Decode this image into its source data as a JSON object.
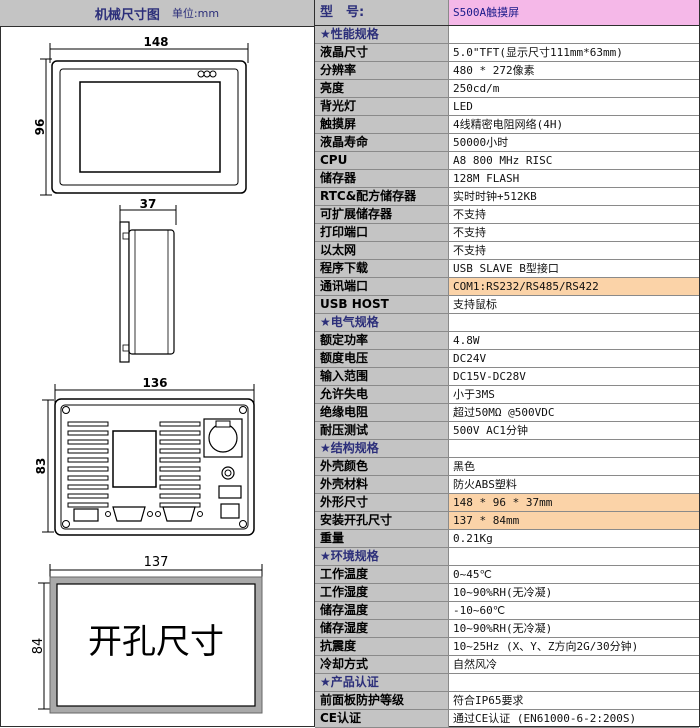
{
  "left_header": {
    "title": "机械尺寸图",
    "unit": "单位:mm"
  },
  "dimensions": {
    "front_width": "148",
    "front_height": "96",
    "side_depth": "37",
    "back_width": "136",
    "back_height": "83",
    "cutout_width": "137",
    "cutout_height": "84",
    "cutout_label": "开孔尺寸"
  },
  "spec_header": {
    "label": "型　号:",
    "value": "S500A触摸屏"
  },
  "rows": [
    {
      "key": "★性能规格",
      "value": "",
      "section": true
    },
    {
      "key": "液晶尺寸",
      "value": "5.0\"TFT(显示尺寸111mm*63mm)"
    },
    {
      "key": "分辨率",
      "value": "480 * 272像素"
    },
    {
      "key": "亮度",
      "value": "250cd/m"
    },
    {
      "key": "背光灯",
      "value": "LED"
    },
    {
      "key": "触摸屏",
      "value": "4线精密电阻网络(4H)"
    },
    {
      "key": "液晶寿命",
      "value": "50000小时"
    },
    {
      "key": "CPU",
      "value": "A8 800 MHz RISC"
    },
    {
      "key": "储存器",
      "value": "128M FLASH"
    },
    {
      "key": "RTC&配方储存器",
      "value": "实时时钟+512KB"
    },
    {
      "key": "可扩展储存器",
      "value": "不支持"
    },
    {
      "key": "打印端口",
      "value": "不支持"
    },
    {
      "key": "以太网",
      "value": "不支持"
    },
    {
      "key": "程序下载",
      "value": "USB SLAVE B型接口"
    },
    {
      "key": "通讯端口",
      "value": "COM1:RS232/RS485/RS422",
      "highlight": "orange"
    },
    {
      "key": "USB HOST",
      "value": "支持鼠标"
    },
    {
      "key": "★电气规格",
      "value": "",
      "section": true
    },
    {
      "key": "额定功率",
      "value": "4.8W"
    },
    {
      "key": "额度电压",
      "value": "DC24V"
    },
    {
      "key": "输入范围",
      "value": "DC15V-DC28V"
    },
    {
      "key": "允许失电",
      "value": "小于3MS"
    },
    {
      "key": "绝缘电阻",
      "value": "超过50MΩ @500VDC"
    },
    {
      "key": "耐压测试",
      "value": "500V AC1分钟"
    },
    {
      "key": "★结构规格",
      "value": "",
      "section": true
    },
    {
      "key": "外壳颜色",
      "value": "黑色"
    },
    {
      "key": "外壳材料",
      "value": "防火ABS塑料"
    },
    {
      "key": "外形尺寸",
      "value": "148 * 96 * 37mm",
      "highlight": "orange"
    },
    {
      "key": "安装开孔尺寸",
      "value": "137 * 84mm",
      "highlight": "orange"
    },
    {
      "key": "重量",
      "value": "0.21Kg"
    },
    {
      "key": "★环境规格",
      "value": "",
      "section": true
    },
    {
      "key": "工作温度",
      "value": "0~45℃"
    },
    {
      "key": "工作湿度",
      "value": "10~90%RH(无冷凝)"
    },
    {
      "key": "储存温度",
      "value": "-10~60℃"
    },
    {
      "key": "储存湿度",
      "value": "10~90%RH(无冷凝)"
    },
    {
      "key": "抗震度",
      "value": "10~25Hz (X、Y、Z方向2G/30分钟)"
    },
    {
      "key": "冷却方式",
      "value": "自然风冷"
    },
    {
      "key": "★产品认证",
      "value": "",
      "section": true
    },
    {
      "key": "前面板防护等级",
      "value": "符合IP65要求"
    },
    {
      "key": "CE认证",
      "value": "通过CE认证 (EN61000-6-2:200S)"
    }
  ]
}
